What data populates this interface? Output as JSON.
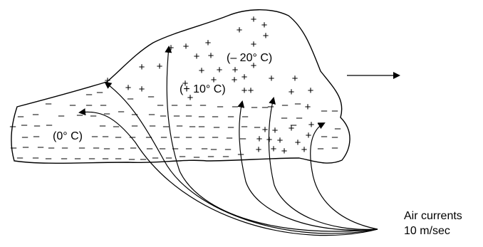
{
  "labels": {
    "cold": "(– 20° C)",
    "mid": "(+ 10° C)",
    "warm": "(0° C)",
    "air_line1": "Air currents",
    "air_line2": "10 m/sec"
  },
  "symbols": {
    "plus": "+",
    "minus": "–"
  },
  "colors": {
    "ink": "#000000",
    "background": "#ffffff"
  }
}
